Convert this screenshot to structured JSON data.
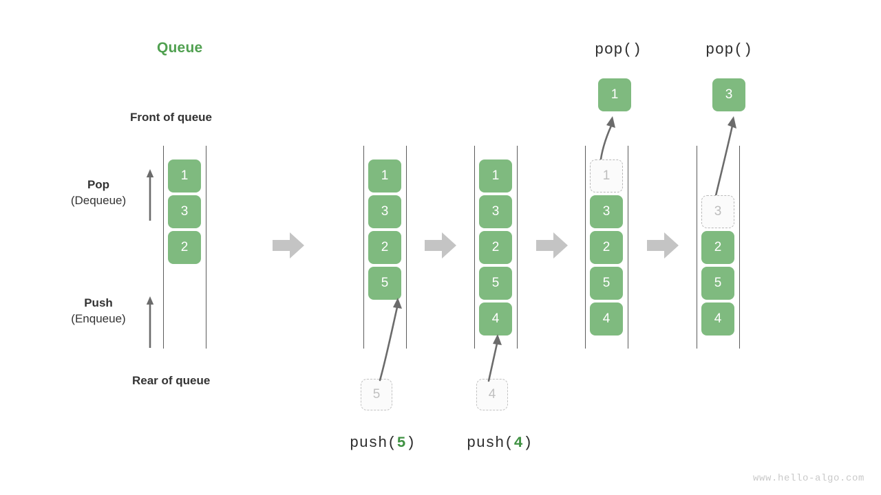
{
  "diagram": {
    "title": "Queue",
    "watermark": "www.hello-algo.com",
    "labels": {
      "front_of_queue": "Front of queue",
      "rear_of_queue": "Rear of queue",
      "pop_main": "Pop",
      "pop_sub": "(Dequeue)",
      "push_main": "Push",
      "push_sub": "(Enqueue)"
    },
    "colors": {
      "element_fill": "#7fba7f",
      "element_text": "#ffffff",
      "title_green": "#50a050",
      "ghost_fill": "#fbfbfb",
      "ghost_border": "#b9b9b9",
      "ghost_text": "#bdbdbd",
      "rail": "#5a5a5a",
      "transition_arrow": "#c4c4c4",
      "curve_arrow": "#6b6b6b",
      "text": "#333333",
      "watermark": "#c9c9c9"
    },
    "steps": [
      {
        "id": "initial",
        "caption": "",
        "caption_arg": "",
        "cells": [
          "1",
          "3",
          "2"
        ],
        "ghost_index": -1,
        "input_box": "",
        "popped": ""
      },
      {
        "id": "push-5",
        "caption_prefix": "push(",
        "caption_arg": "5",
        "caption_suffix": ")",
        "cells": [
          "1",
          "3",
          "2",
          "5"
        ],
        "ghost_index": -1,
        "input_box": "5",
        "popped": ""
      },
      {
        "id": "push-4",
        "caption_prefix": "push(",
        "caption_arg": "4",
        "caption_suffix": ")",
        "cells": [
          "1",
          "3",
          "2",
          "5",
          "4"
        ],
        "ghost_index": -1,
        "input_box": "4",
        "popped": ""
      },
      {
        "id": "pop-1",
        "caption_prefix": "pop(",
        "caption_arg": "",
        "caption_suffix": ")",
        "cells": [
          "1",
          "3",
          "2",
          "5",
          "4"
        ],
        "ghost_index": 0,
        "input_box": "",
        "popped": "1"
      },
      {
        "id": "pop-3",
        "caption_prefix": "pop(",
        "caption_arg": "",
        "caption_suffix": ")",
        "cells": [
          "3",
          "2",
          "5",
          "4"
        ],
        "ghost_index": 0,
        "input_box": "",
        "popped": "3"
      }
    ],
    "transition_arrows": 4
  }
}
